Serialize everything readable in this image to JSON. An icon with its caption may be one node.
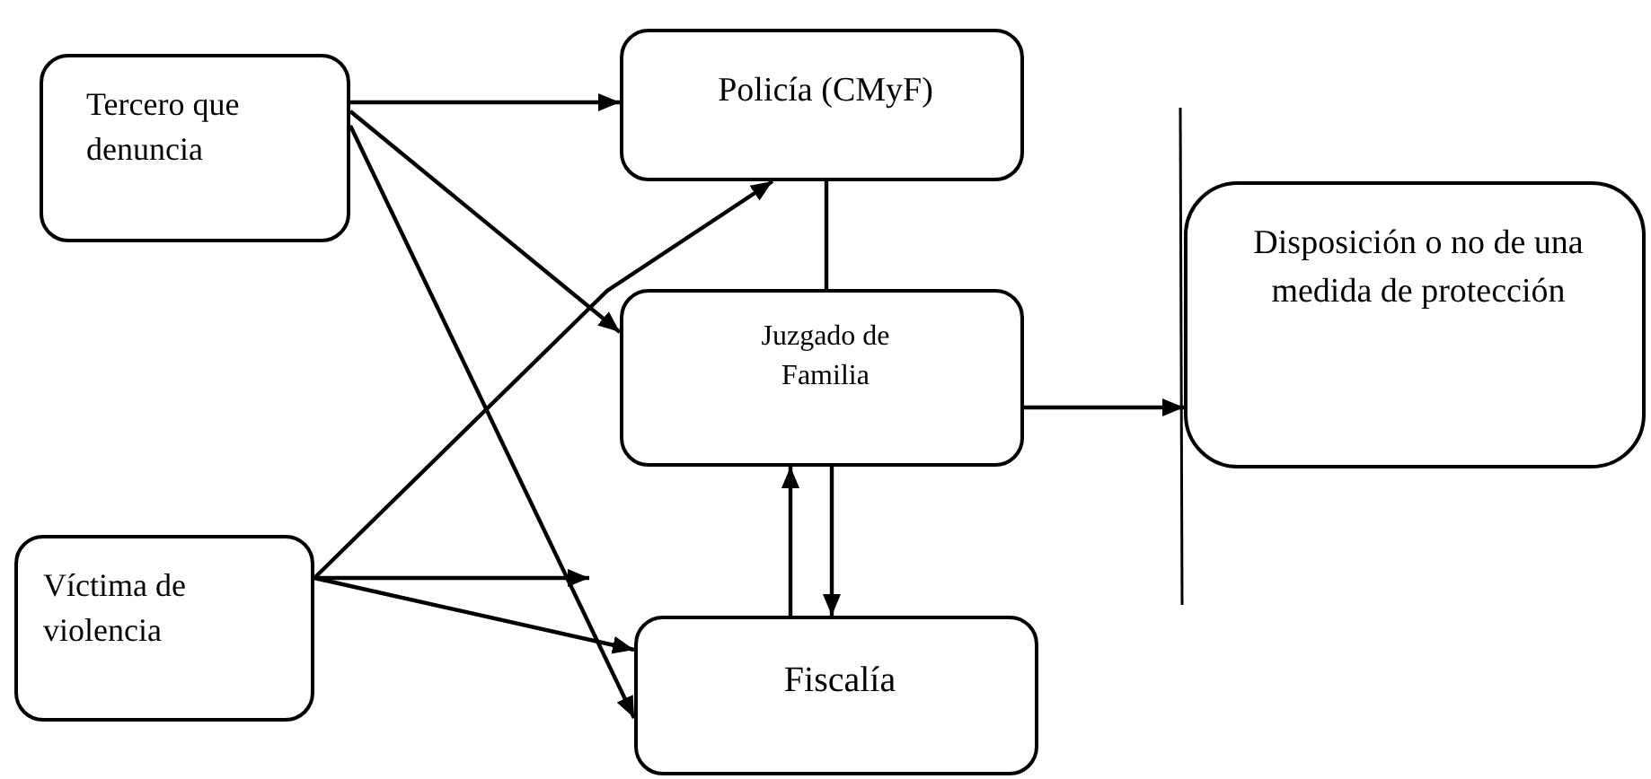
{
  "diagram": {
    "nodes": [
      {
        "text": [
          "Tercero que denuncia"
        ]
      },
      {
        "text": [
          "Policía (CMyF)"
        ]
      },
      {
        "text": [
          "Juzgado de Familia"
        ]
      },
      {
        "text": [
          "Víctima de violencia"
        ]
      },
      {
        "text": [
          "Fiscalía"
        ]
      },
      {
        "text": [
          "Disposición o no de una medida de protección"
        ]
      }
    ],
    "edges": [
      {
        "from": 0,
        "to": 1,
        "arrow": "to"
      },
      {
        "from": 0,
        "to": 2,
        "arrow": "to"
      },
      {
        "from": 0,
        "to": 4,
        "arrow": "to"
      },
      {
        "from": 3,
        "to": 1,
        "arrow": "to"
      },
      {
        "from": 3,
        "to": null,
        "arrow": "to"
      },
      {
        "from": 3,
        "to": 4,
        "arrow": "to"
      },
      {
        "from": 1,
        "to": 2,
        "arrow": "none"
      },
      {
        "from": 2,
        "to": 4,
        "arrow": "to"
      },
      {
        "from": 4,
        "to": 2,
        "arrow": "to"
      },
      {
        "from": 2,
        "to": 5,
        "arrow": "to"
      }
    ]
  }
}
